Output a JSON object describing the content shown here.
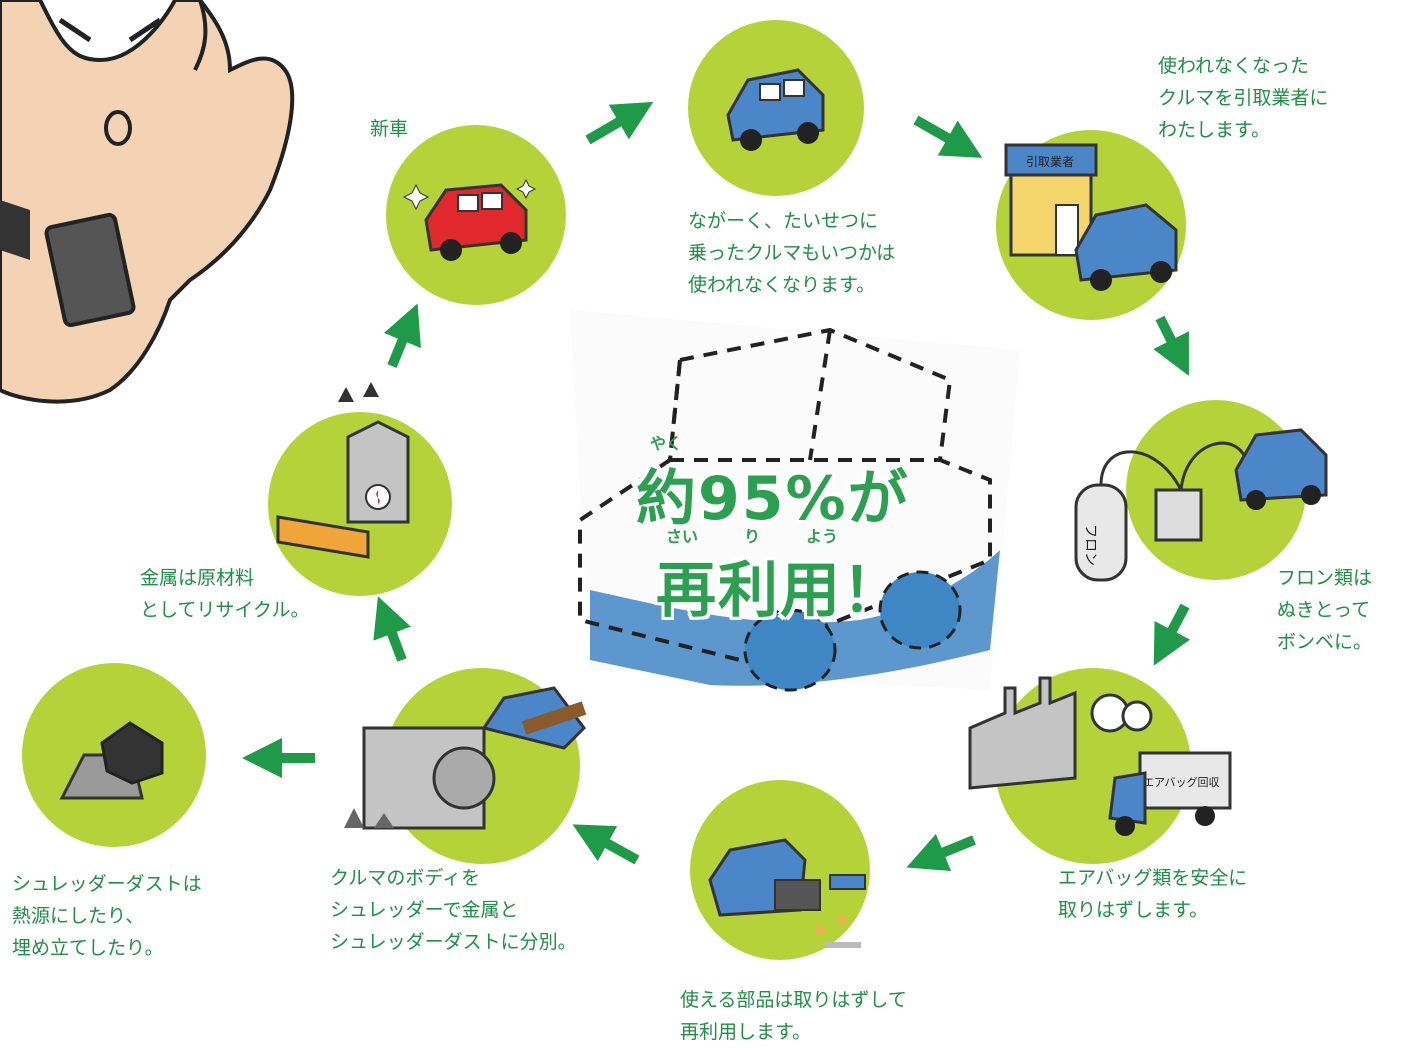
{
  "center": {
    "ruby_yaku": "やく",
    "line1": "約95%が",
    "ruby_sai": "さい",
    "ruby_ri": "り",
    "ruby_you": "よう",
    "line2": "再利用！"
  },
  "steps": {
    "new_car": "新車",
    "long_use": "ながーく、たいせつに\n乗ったクルマもいつかは\n使われなくなります。",
    "dealer": "使われなくなった\nクルマを引取業者に\nわたします。",
    "freon": "フロン類は\nぬきとって\nボンベに。",
    "airbag": "エアバッグ類を安全に\n取りはずします。",
    "parts": "使える部品は取りはずして\n再利用します。",
    "shredder": "クルマのボディを\nシュレッダーで金属と\nシュレッダーダストに分別。",
    "dust": "シュレッダーダストは\n熱源にしたり、\n埋め立てしたり。",
    "metal": "金属は原材料\nとしてリサイクル。"
  },
  "illustration_text": {
    "dealer_sign": "引取業者",
    "freon_tank": "フロン",
    "truck_sign": "エアバッグ回収"
  },
  "colors": {
    "circle": "#b5d239",
    "arrow": "#1f9a48",
    "text": "#1f8f45",
    "car_blue": "#4a86c8",
    "car_red": "#e0282d"
  }
}
